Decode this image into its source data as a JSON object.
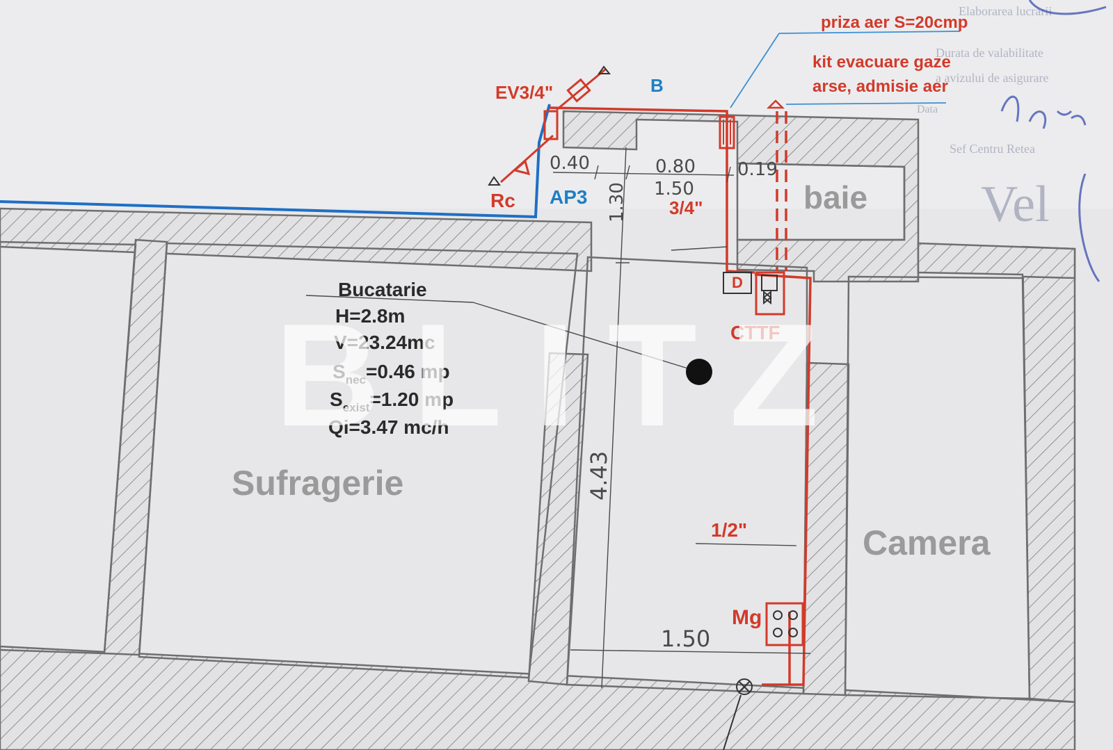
{
  "rooms": {
    "bucatarie": "Bucatarie",
    "sufragerie": "Sufragerie",
    "camera": "Camera",
    "baie": "baie"
  },
  "specs": {
    "height": "H=2.8m",
    "volume": "V=23.24mc",
    "s_nec_base": "S",
    "s_nec_sub": "nec",
    "s_nec_value": "=0.46 mp",
    "s_exist_base": "S",
    "s_exist_sub": "exist",
    "s_exist_value": "=1.20 mp",
    "flow": "Qi=3.47 mc/h"
  },
  "dimensions": {
    "d040": "0.40",
    "d080": "0.80",
    "d150_top": "1.50",
    "d019": "0.19",
    "d130": "1.30",
    "d443": "4.43",
    "d150_bottom": "1.50"
  },
  "gas_labels": {
    "ev": "EV3/4\"",
    "rc": "Rc",
    "ap3": "AP3",
    "b": "B",
    "pipe_34": "3/4\"",
    "pipe_12": "1/2\"",
    "cttf": "CTTF",
    "mg": "Mg",
    "d": "D",
    "priza": "priza aer  S=20cmp",
    "kit_line1": "kit evacuare gaze",
    "kit_line2": "arse, admisie aer"
  },
  "stamp": {
    "line1": "Elaborarea lucrarii",
    "line2": "Durata de valabilitate",
    "line3": "a avizului de asigurare",
    "line4": "Data",
    "line5": "Sef Centru Retea",
    "big": "Vel"
  },
  "watermark": "BLITZ",
  "colors": {
    "gas_red": "#d23a2a",
    "blue_line": "#1f6fc4",
    "wall": "#7a7a7a",
    "hatch": "#8a8a8a",
    "paper": "#e6e6e8"
  }
}
